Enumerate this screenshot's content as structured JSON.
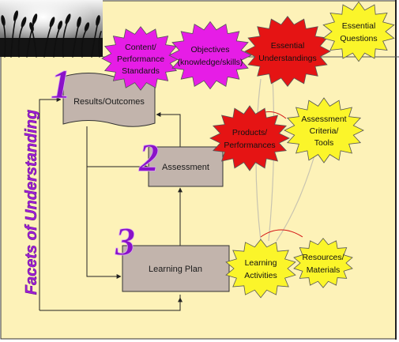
{
  "diagram": {
    "side_label": "Facets of Understanding",
    "stage_numbers": {
      "one": "1",
      "two": "2",
      "three": "3"
    },
    "boxes": {
      "results": "Results/Outcomes",
      "assessment": "Assessment",
      "learning_plan": "Learning Plan"
    },
    "stars": {
      "content_standards": [
        "Content/",
        "Performance",
        "Standards"
      ],
      "objectives": [
        "Objectives",
        "(knowledge/skills)"
      ],
      "essential_understandings": [
        "Essential",
        "Understandings"
      ],
      "essential_questions": [
        "Essential",
        "Questions"
      ],
      "products_performances": [
        "Products/",
        "Performances"
      ],
      "assessment_criteria": [
        "Assessment",
        "Criteria/",
        "Tools"
      ],
      "learning_activities": [
        "Learning",
        "Activities"
      ],
      "resources_materials": [
        "Resources/",
        "Materials"
      ]
    },
    "colors": {
      "background": "#fdf2b8",
      "magenta_star": "#e61de6",
      "red_star": "#e51414",
      "yellow_star": "#fbf52a",
      "box_fill": "#c2b4ac",
      "number_purple": "#8a12c8"
    }
  }
}
